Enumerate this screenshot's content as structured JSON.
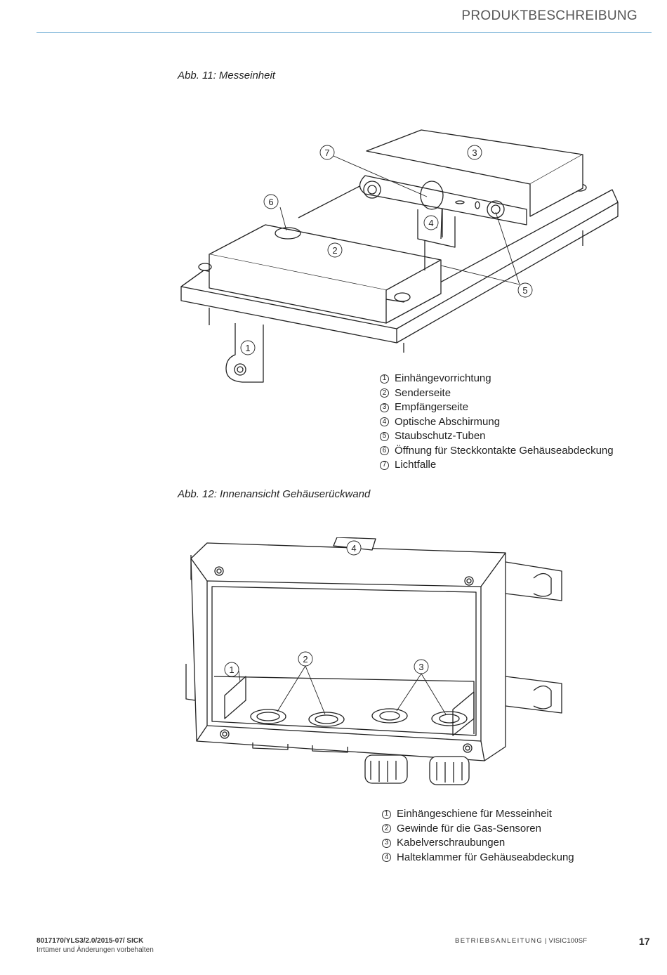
{
  "header": {
    "title": "PRODUKTBESCHREIBUNG"
  },
  "figure11": {
    "caption": "Abb. 11: Messeinheit",
    "callouts": [
      "1",
      "2",
      "3",
      "4",
      "5",
      "6",
      "7"
    ],
    "legend": [
      {
        "num": "1",
        "text": "Einhängevorrichtung"
      },
      {
        "num": "2",
        "text": "Senderseite"
      },
      {
        "num": "3",
        "text": "Empfängerseite"
      },
      {
        "num": "4",
        "text": "Optische Abschirmung"
      },
      {
        "num": "5",
        "text": "Staubschutz-Tuben"
      },
      {
        "num": "6",
        "text": "Öffnung für Steckkontakte Gehäuseabdeckung"
      },
      {
        "num": "7",
        "text": "Lichtfalle"
      }
    ]
  },
  "figure12": {
    "caption": "Abb. 12: Innenansicht Gehäuserückwand",
    "callouts": [
      "1",
      "2",
      "3",
      "4"
    ],
    "legend": [
      {
        "num": "1",
        "text": "Einhängeschiene für Messeinheit"
      },
      {
        "num": "2",
        "text": "Gewinde für die Gas-Sensoren"
      },
      {
        "num": "3",
        "text": "Kabelverschraubungen"
      },
      {
        "num": "4",
        "text": "Halteklammer für Gehäuseabdeckung"
      }
    ]
  },
  "footer": {
    "doc_id": "8017170/YLS3/2.0/2015-07/ SICK",
    "disclaimer": "Irrtümer und Änderungen vorbehalten",
    "manual_label": "BETRIEBSANLEITUNG",
    "product": " | VISIC100SF",
    "page": "17"
  }
}
